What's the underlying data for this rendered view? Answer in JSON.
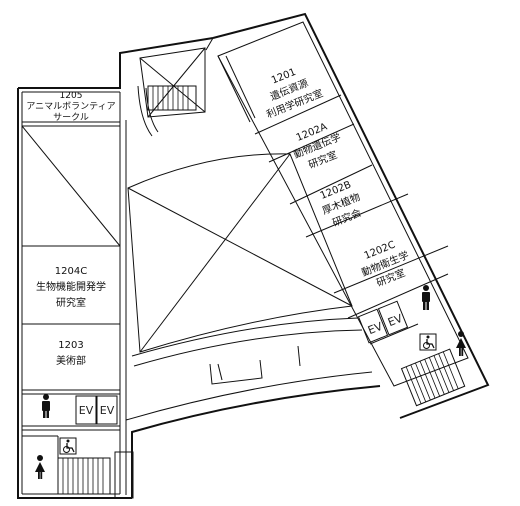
{
  "rooms": {
    "r1205": {
      "number": "1205",
      "name1": "アニマルボランティア",
      "name2": "サークル"
    },
    "r1204c": {
      "number": "1204C",
      "name1": "生物機能開発学",
      "name2": "研究室"
    },
    "r1203": {
      "number": "1203",
      "name1": "美術部"
    },
    "r1201": {
      "number": "1201",
      "name1": "遺伝資源",
      "name2": "利用学研究室"
    },
    "r1202a": {
      "number": "1202A",
      "name1": "動物遺伝学",
      "name2": "研究室"
    },
    "r1202b": {
      "number": "1202B",
      "name1": "厚木植物",
      "name2": "研究会"
    },
    "r1202c": {
      "number": "1202C",
      "name1": "動物衛生学",
      "name2": "研究室"
    }
  },
  "elevators": {
    "label": "EV"
  },
  "icons": {
    "restroom_male": "male-restroom-icon",
    "restroom_female": "female-restroom-icon",
    "accessible": "wheelchair-icon"
  }
}
